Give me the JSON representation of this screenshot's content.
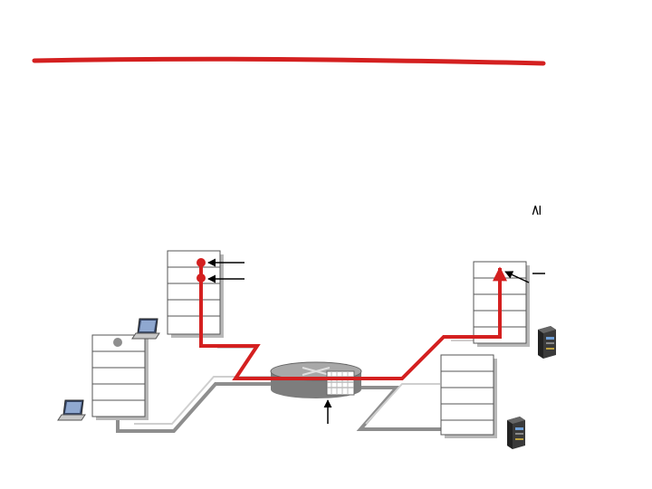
{
  "diagram": {
    "vertical_glyph": "≥",
    "colors": {
      "accent_stroke": "#d42020",
      "path_gray": "#8e8e8e",
      "stack_fill": "#ffffff",
      "stack_shadow": "#b8b8b8",
      "router_fill": "#9a9a9a"
    },
    "stacks": [
      {
        "id": "stack-top-left",
        "layers": 5
      },
      {
        "id": "stack-bottom-left",
        "layers": 5
      },
      {
        "id": "stack-top-right",
        "layers": 5
      },
      {
        "id": "stack-bottom-right",
        "layers": 5
      }
    ],
    "icons": [
      "laptop-icon",
      "laptop-icon",
      "server-icon",
      "server-icon",
      "router-icon"
    ]
  }
}
